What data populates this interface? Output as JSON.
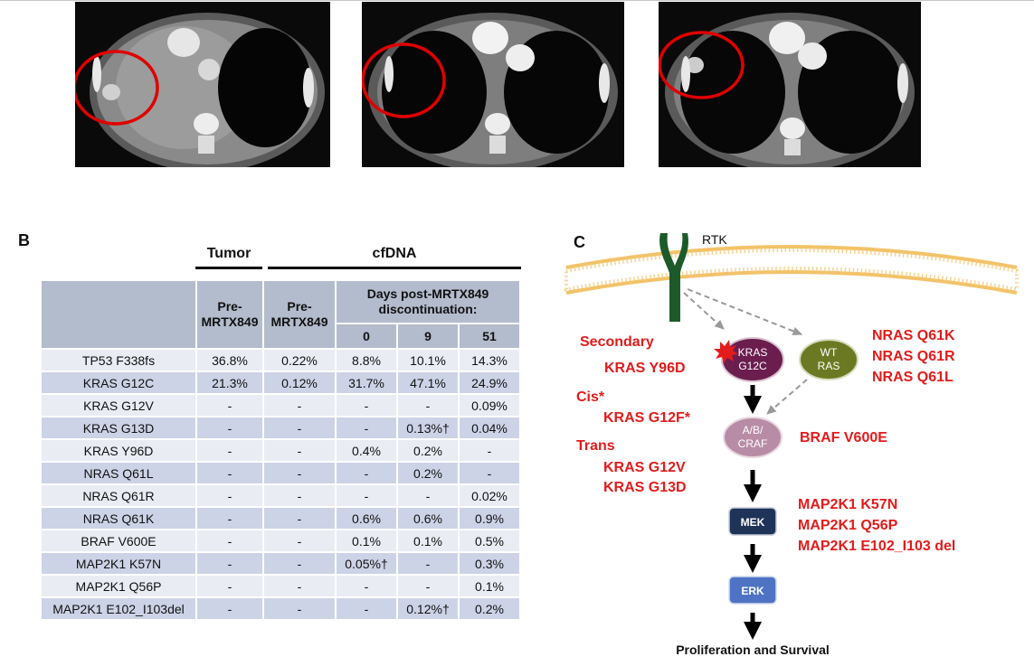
{
  "panel_b": {
    "letter": "B",
    "group_tumor": "Tumor",
    "group_cfdna": "cfDNA",
    "headers": {
      "tumor_pre": "Pre-MRTX849",
      "cfdna_pre": "Pre-MRTX849",
      "days_title": "Days post-MRTX849 discontinuation:",
      "days": [
        "0",
        "9",
        "51"
      ]
    },
    "rows": [
      {
        "mutation": "TP53 F338fs",
        "tumor_pre": "36.8%",
        "cfdna_pre": "0.22%",
        "d0": "8.8%",
        "d9": "10.1%",
        "d51": "14.3%"
      },
      {
        "mutation": "KRAS G12C",
        "tumor_pre": "21.3%",
        "cfdna_pre": "0.12%",
        "d0": "31.7%",
        "d9": "47.1%",
        "d51": "24.9%"
      },
      {
        "mutation": "KRAS G12V",
        "tumor_pre": "-",
        "cfdna_pre": "-",
        "d0": "-",
        "d9": "-",
        "d51": "0.09%"
      },
      {
        "mutation": "KRAS G13D",
        "tumor_pre": "-",
        "cfdna_pre": "-",
        "d0": "-",
        "d9": "0.13%†",
        "d51": "0.04%"
      },
      {
        "mutation": "KRAS Y96D",
        "tumor_pre": "-",
        "cfdna_pre": "-",
        "d0": "0.4%",
        "d9": "0.2%",
        "d51": "-"
      },
      {
        "mutation": "NRAS Q61L",
        "tumor_pre": "-",
        "cfdna_pre": "-",
        "d0": "-",
        "d9": "0.2%",
        "d51": "-"
      },
      {
        "mutation": "NRAS Q61R",
        "tumor_pre": "-",
        "cfdna_pre": "-",
        "d0": "-",
        "d9": "-",
        "d51": "0.02%"
      },
      {
        "mutation": "NRAS Q61K",
        "tumor_pre": "-",
        "cfdna_pre": "-",
        "d0": "0.6%",
        "d9": "0.6%",
        "d51": "0.9%"
      },
      {
        "mutation": "BRAF V600E",
        "tumor_pre": "-",
        "cfdna_pre": "-",
        "d0": "0.1%",
        "d9": "0.1%",
        "d51": "0.5%"
      },
      {
        "mutation": "MAP2K1 K57N",
        "tumor_pre": "-",
        "cfdna_pre": "-",
        "d0": "0.05%†",
        "d9": "-",
        "d51": "0.3%"
      },
      {
        "mutation": "MAP2K1 Q56P",
        "tumor_pre": "-",
        "cfdna_pre": "-",
        "d0": "-",
        "d9": "-",
        "d51": "0.1%"
      },
      {
        "mutation": "MAP2K1 E102_I103del",
        "tumor_pre": "-",
        "cfdna_pre": "-",
        "d0": "-",
        "d9": "0.12%†",
        "d51": "0.2%"
      }
    ]
  },
  "panel_c": {
    "letter": "C",
    "rtk_label": "RTK",
    "nodes": {
      "kras_line1": "KRAS",
      "kras_line2": "G12C",
      "wt_line1": "WT",
      "wt_line2": "RAS",
      "raf_line1": "A/B/",
      "raf_line2": "CRAF",
      "mek": "MEK",
      "erk": "ERK"
    },
    "outcome": "Proliferation and Survival",
    "left_labels": {
      "secondary": "Secondary",
      "secondary_mut": "KRAS Y96D",
      "cis": "Cis*",
      "cis_mut": "KRAS G12F*",
      "trans": "Trans",
      "trans_mut1": "KRAS G12V",
      "trans_mut2": "KRAS G13D"
    },
    "nras_muts": [
      "NRAS Q61K",
      "NRAS Q61R",
      "NRAS Q61L"
    ],
    "braf_mut": "BRAF V600E",
    "map2k1_muts": [
      "MAP2K1 K57N",
      "MAP2K1 Q56P",
      "MAP2K1 E102_I103 del"
    ],
    "colors": {
      "mutation_red": "#e31b1b",
      "kras_node": "#6b1d4e",
      "wt_node": "#6b7a22",
      "raf_node": "#b88ca6",
      "mek_node": "#1f3358",
      "erk_node": "#4f73c4",
      "receptor": "#1d5a2a",
      "membrane": "#f3c36a",
      "table_header": "#b3bccd"
    }
  }
}
